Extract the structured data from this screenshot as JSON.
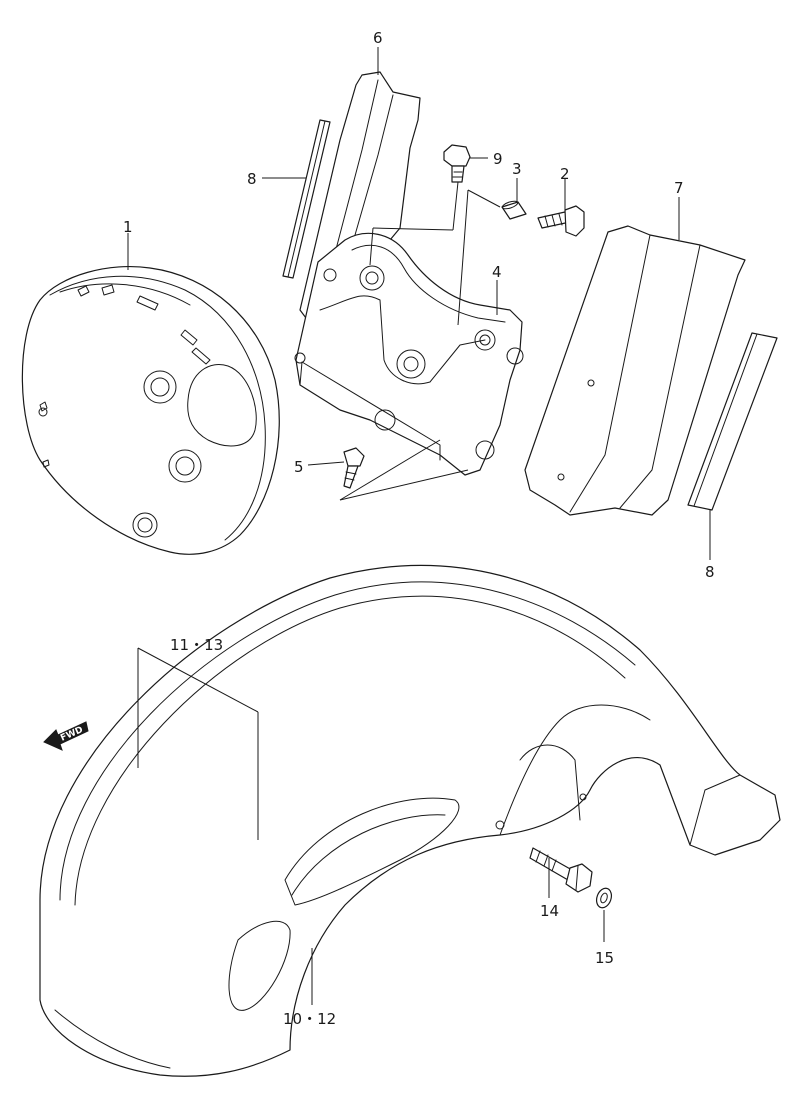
{
  "diagram": {
    "callouts": {
      "c1": "1",
      "c2": "2",
      "c3": "3",
      "c4": "4",
      "c5": "5",
      "c6": "6",
      "c7": "7",
      "c8a": "8",
      "c8b": "8",
      "c9": "9",
      "c10_12": "10・12",
      "c11_13": "11・13",
      "c14": "14",
      "c15": "15"
    },
    "direction_arrow": {
      "label": "FWD",
      "icon": "fwd-arrow-icon"
    }
  }
}
